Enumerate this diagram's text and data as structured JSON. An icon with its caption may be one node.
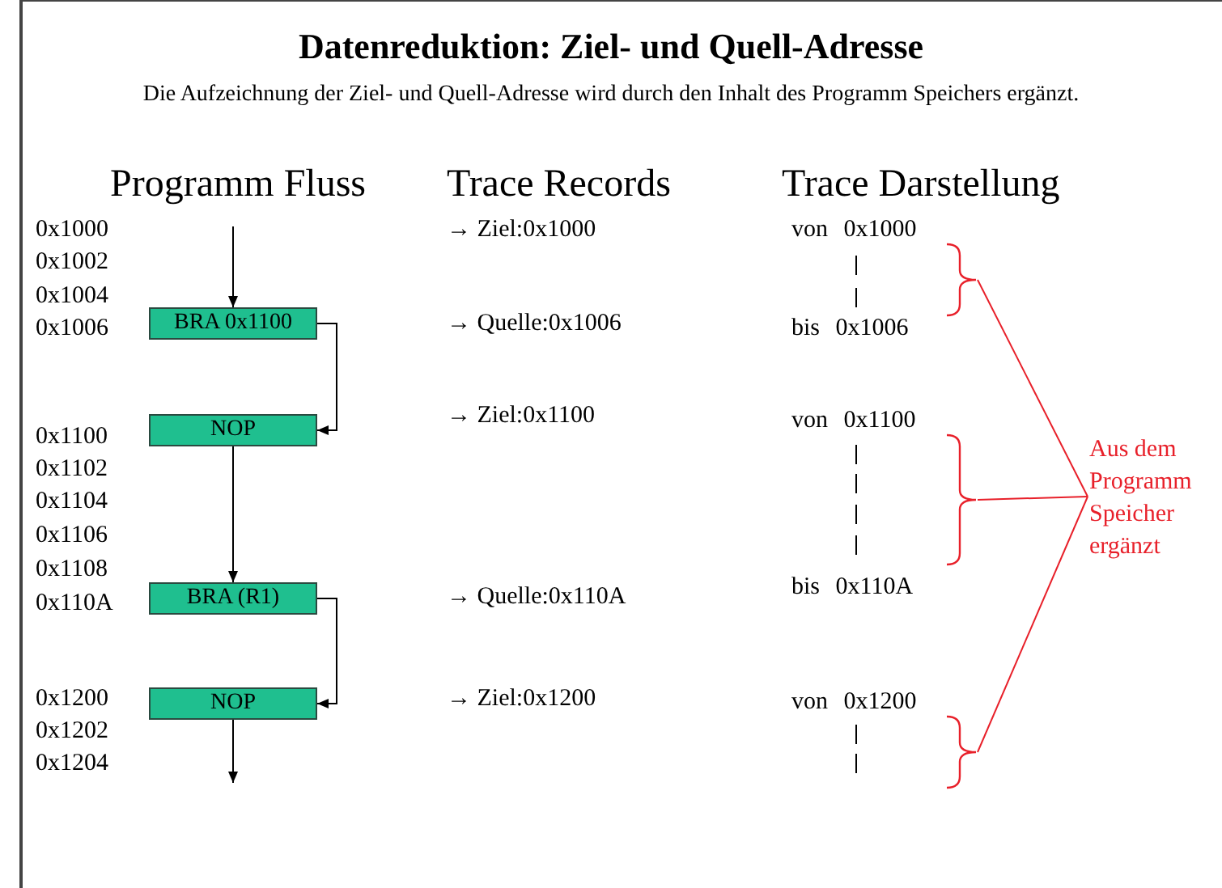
{
  "diagram": {
    "title": "Datenreduktion: Ziel- und Quell-Adresse",
    "nodes": [
      {
        "text": [
          "BRA 0x1100"
        ]
      },
      {
        "text": [
          "NOP"
        ]
      },
      {
        "text": [
          "BRA (R1)"
        ]
      },
      {
        "text": [
          "NOP"
        ]
      },
      {
        "text": [
          "Aus dem Programm Speicher ergänzt"
        ]
      },
      {
        "text": [],
        "shape": "brace"
      },
      {
        "text": [],
        "shape": "brace"
      },
      {
        "text": [],
        "shape": "brace"
      }
    ],
    "edges": [
      {
        "from": null,
        "to": 0,
        "arrow": "to"
      },
      {
        "from": 0,
        "to": 1,
        "arrow": "to"
      },
      {
        "from": 1,
        "to": 2,
        "arrow": "to"
      },
      {
        "from": 2,
        "to": 3,
        "arrow": "to"
      },
      {
        "from": 3,
        "to": null,
        "arrow": "to"
      },
      {
        "from": 4,
        "to": 5,
        "arrow": "none",
        "color": "#e8202a"
      },
      {
        "from": 4,
        "to": 6,
        "arrow": "none",
        "color": "#e8202a"
      },
      {
        "from": 4,
        "to": 7,
        "arrow": "none",
        "color": "#e8202a"
      }
    ],
    "labels": [
      "Die Aufzeichnung der Ziel- und Quell-Adresse wird durch den Inhalt des Programm Speichers ergänzt.",
      "Programm Fluss",
      "Trace Records",
      "Trace Darstellung",
      "0x1000",
      "→ Ziel:0x1000",
      "von 0x1000",
      "0x1002",
      "0x1004",
      "0x1006",
      "→ Quelle:0x1006",
      "bis 0x1006",
      "→ Ziel:0x1100",
      "von 0x1100",
      "0x1100",
      "0x1102",
      "0x1104",
      "0x1106",
      "0x1108",
      "0x110A",
      "→ Quelle:0x110A",
      "bis 0x110A",
      "0x1200",
      "→ Ziel:0x1200",
      "von 0x1200",
      "0x1202",
      "0x1204"
    ]
  }
}
